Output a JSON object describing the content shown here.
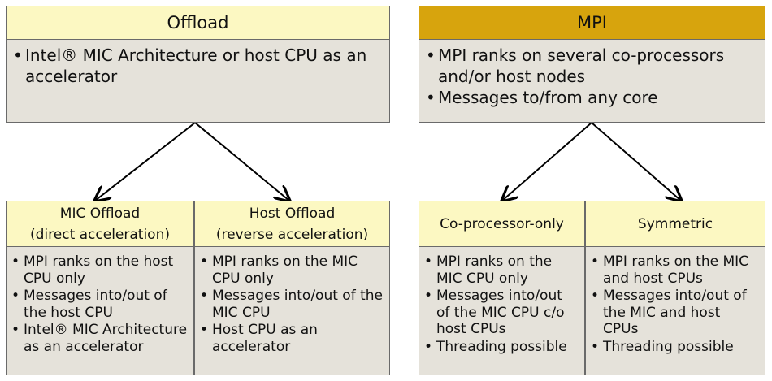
{
  "offload": {
    "title": "Offload",
    "bullets": [
      "Intel® MIC Architecture or host CPU as an accelerator"
    ],
    "children": [
      {
        "title_line1": "MIC Offload",
        "title_line2": "(direct acceleration)",
        "bullets": [
          "MPI ranks on the host CPU only",
          "Messages into/out of the host CPU",
          "Intel® MIC Architecture as an accelerator"
        ]
      },
      {
        "title_line1": "Host Offload",
        "title_line2": "(reverse acceleration)",
        "bullets": [
          "MPI ranks on the MIC CPU only",
          "Messages into/out of the MIC CPU",
          "Host CPU as an accelerator"
        ]
      }
    ]
  },
  "mpi": {
    "title": "MPI",
    "bullets": [
      "MPI ranks on several co-processors and/or host nodes",
      "Messages to/from any core"
    ],
    "children": [
      {
        "title_line1": "Co-processor-only",
        "bullets": [
          "MPI ranks on the MIC CPU only",
          "Messages into/out of the MIC CPU c/o host CPUs",
          "Threading possible"
        ]
      },
      {
        "title_line1": "Symmetric",
        "bullets": [
          "MPI ranks on the MIC and host CPUs",
          "Messages into/out of the MIC and host CPUs",
          "Threading possible"
        ]
      }
    ]
  },
  "colors": {
    "header_fill": "#fcf8c2",
    "mpi_header_fill": "#d7a40d",
    "body_fill": "#e5e2da"
  }
}
